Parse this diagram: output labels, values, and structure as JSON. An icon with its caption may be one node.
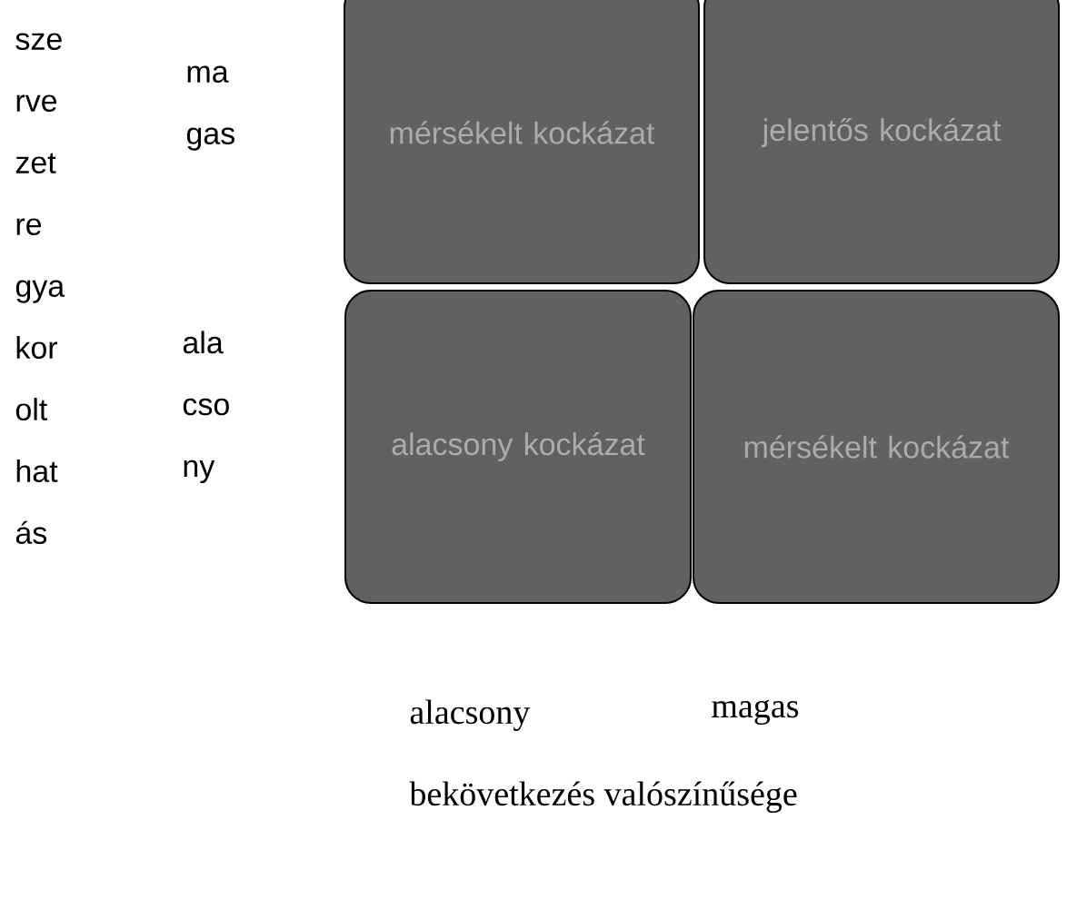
{
  "diagram": {
    "nodes": [
      {
        "text": [
          "mérsékelt kockázat"
        ]
      },
      {
        "text": [
          "jelentős kockázat"
        ]
      },
      {
        "text": [
          "alacsony kockázat"
        ]
      },
      {
        "text": [
          "mérsékelt kockázat"
        ]
      }
    ],
    "labels": [
      "sze rve zet re gya kor olt hat ás",
      "ma gas",
      "ala cso ny",
      "alacsony",
      "magas",
      "bekövetkezés valószínűsége"
    ]
  }
}
